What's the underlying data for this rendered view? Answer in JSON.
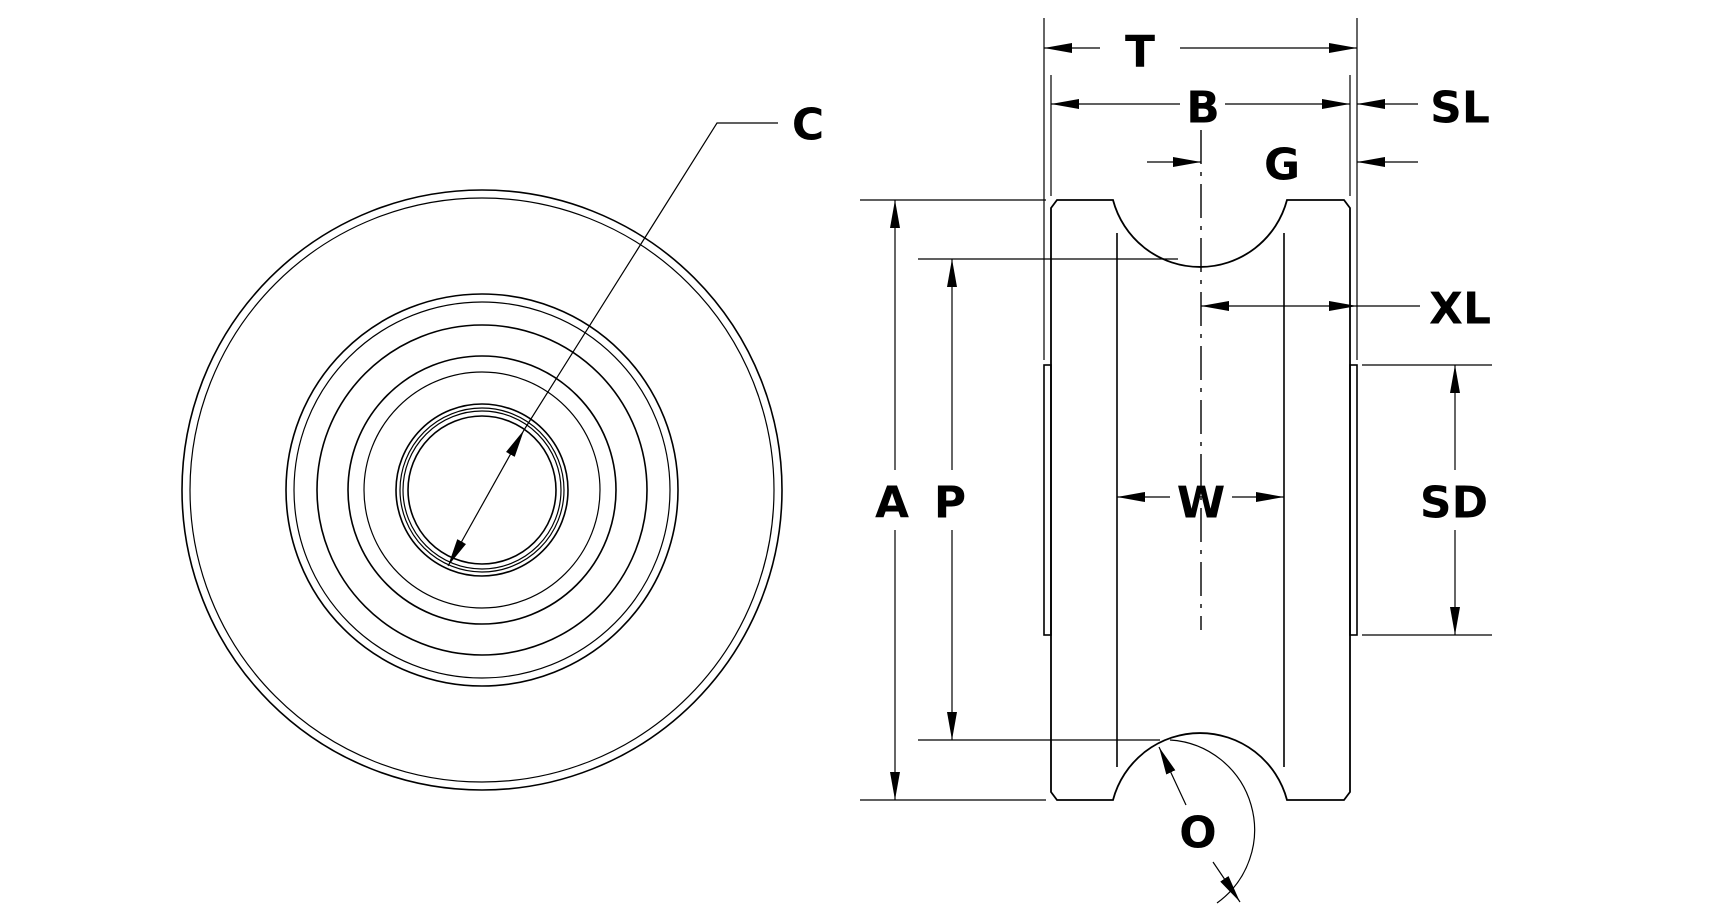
{
  "drawing": {
    "title": "",
    "views": [
      "front-view",
      "side-view"
    ],
    "labels": {
      "bore": "C",
      "overall_width": "T",
      "bearing_width": "B",
      "spacer_length": "SL",
      "groove": "G",
      "extension_length": "XL",
      "outer_diameter": "A",
      "pitch_diameter": "P",
      "shoulder_diameter": "SD",
      "groove_width": "W",
      "groove_radius": "O"
    },
    "colors": {
      "line": "#000000",
      "background": "#ffffff"
    }
  }
}
